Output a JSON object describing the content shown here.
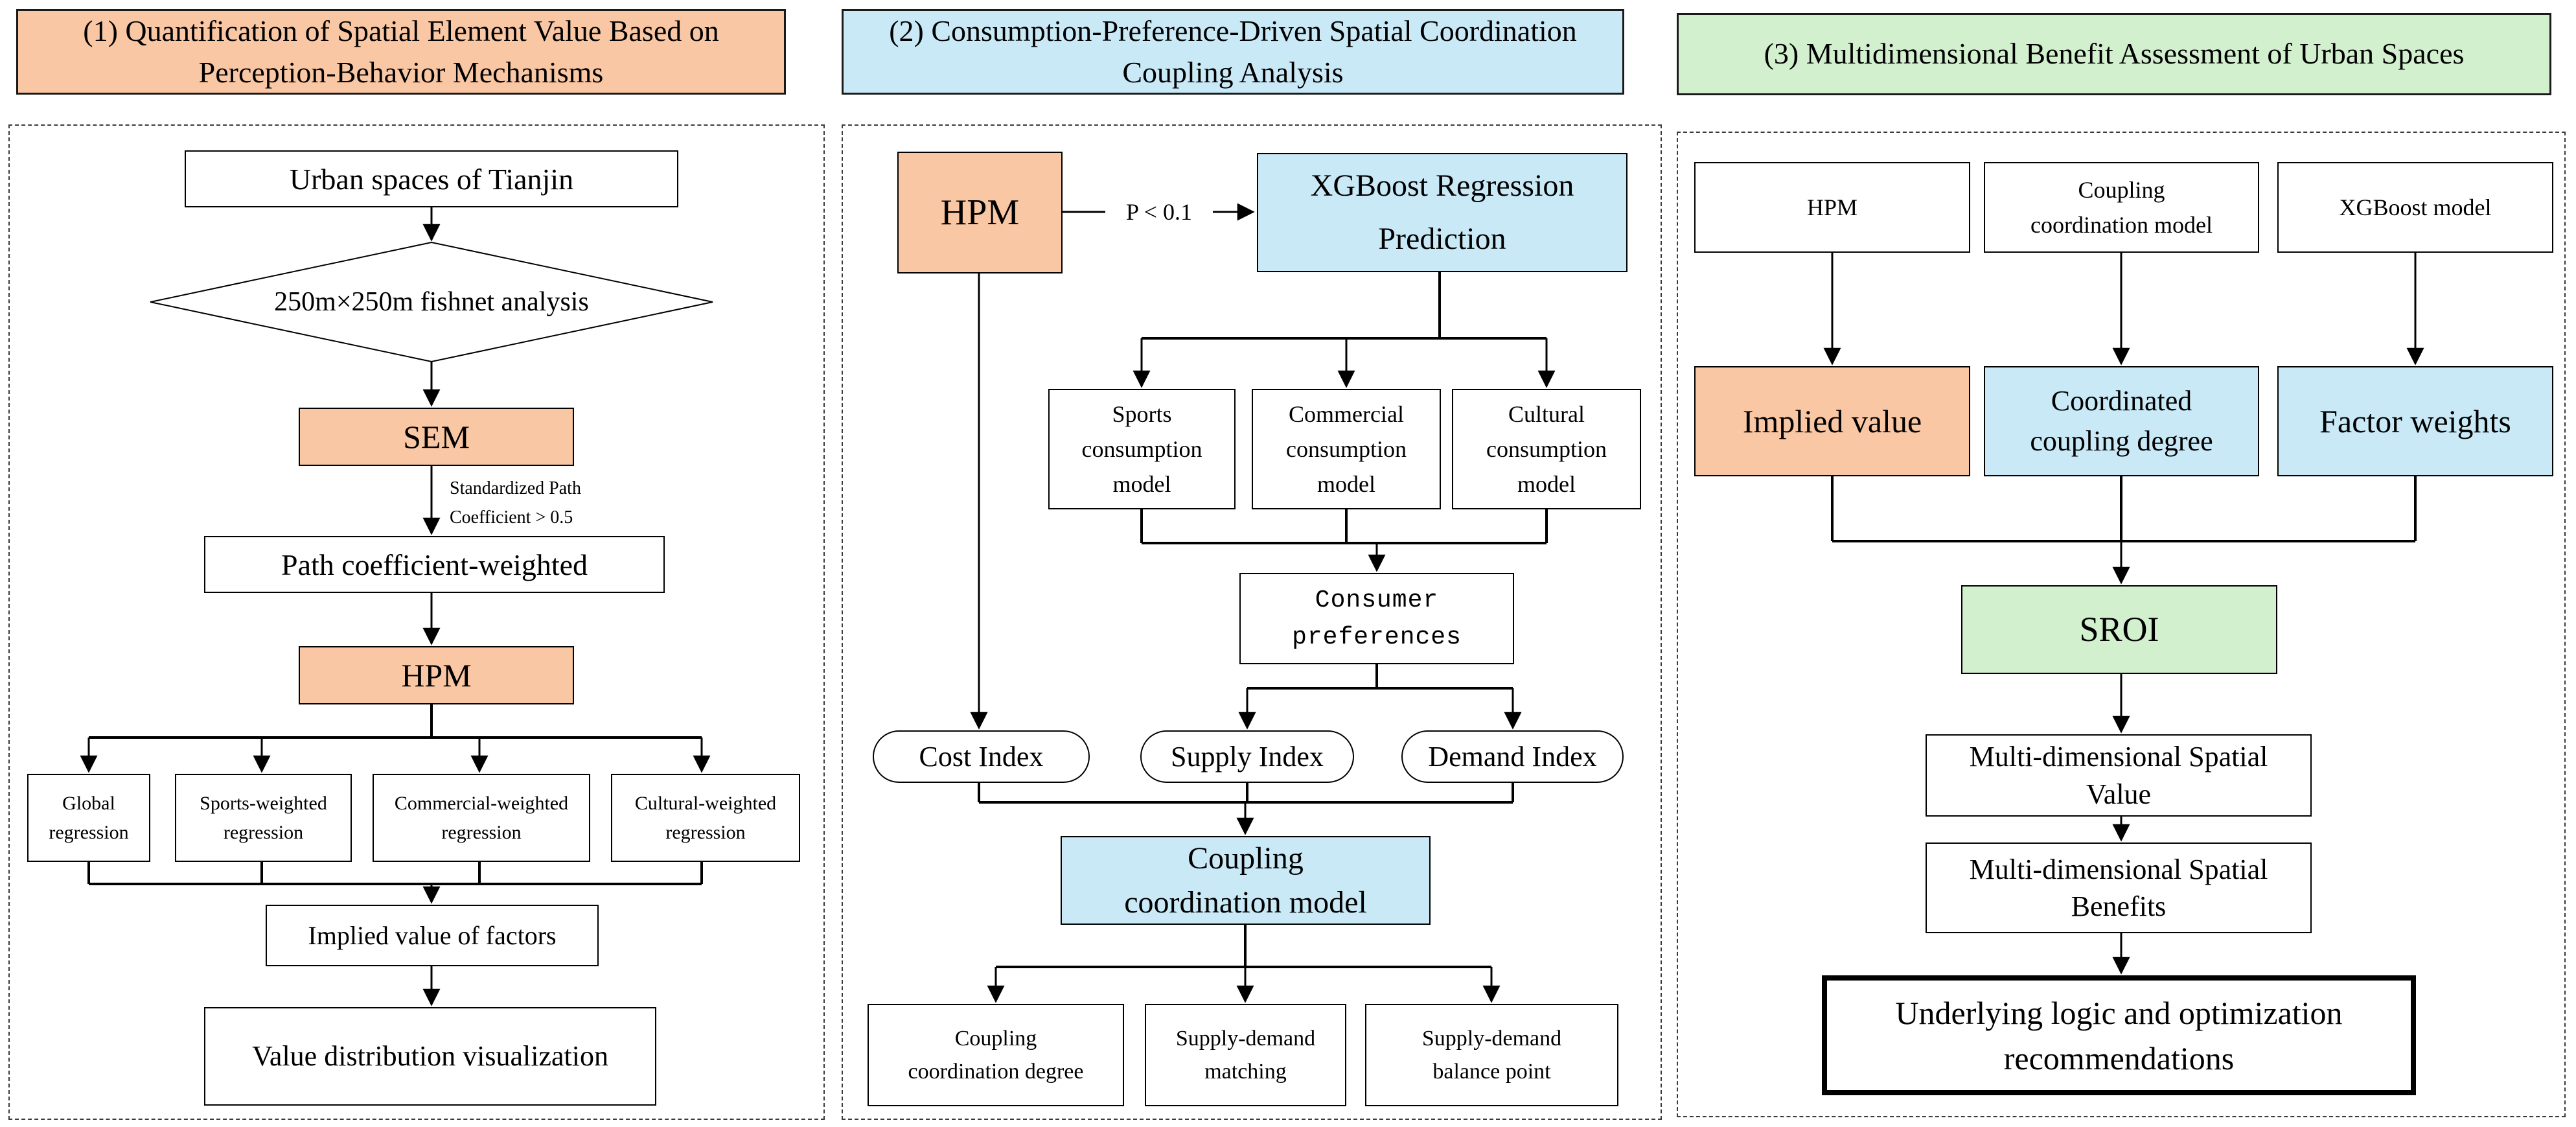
{
  "colors": {
    "orange": "#F9C7A4",
    "blue": "#C9E9F7",
    "green": "#D2EFCE"
  },
  "headers": {
    "h1": "(1) Quantification of Spatial Element Value Based on\nPerception-Behavior  Mechanisms",
    "h2": "(2) Consumption-Preference-Driven Spatial Coordination\nCoupling Analysis",
    "h3": "(3) Multidimensional Benefit Assessment of Urban Spaces"
  },
  "p1": {
    "urban": "Urban spaces of Tianjin",
    "fishnet": "250m×250m fishnet analysis",
    "sem": "SEM",
    "sem_note": "Standardized Path\nCoefficient > 0.5",
    "path_weighted": "Path coefficient-weighted",
    "hpm": "HPM",
    "global_reg": "Global\nregression",
    "sports_reg": "Sports-weighted\nregression",
    "commercial_reg": "Commercial-weighted\nregression",
    "cultural_reg": "Cultural-weighted\nregression",
    "implied_value": "Implied value of factors",
    "value_dist": "Value distribution visualization"
  },
  "p2": {
    "hpm": "HPM",
    "p_label": "P < 0.1",
    "xgboost": "XGBoost Regression\nPrediction",
    "sports_model": "Sports\nconsumption\nmodel",
    "commercial_model": "Commercial\nconsumption\nmodel",
    "cultural_model": "Cultural\nconsumption\nmodel",
    "consumer_pref": "Consumer\npreferences",
    "cost_index": "Cost Index",
    "supply_index": "Supply Index",
    "demand_index": "Demand Index",
    "coupling_model": "Coupling\ncoordination model",
    "coupling_degree": "Coupling\ncoordination degree",
    "supply_matching": "Supply-demand\nmatching",
    "balance_point": "Supply-demand\nbalance point"
  },
  "p3": {
    "hpm": "HPM",
    "coupling_model": "Coupling\ncoordination model",
    "xgboost": "XGBoost model",
    "implied_value": "Implied value",
    "coordinated_degree": "Coordinated\ncoupling degree",
    "factor_weights": "Factor weights",
    "sroi": "SROI",
    "spatial_value": "Multi-dimensional Spatial\nValue",
    "spatial_benefits": "Multi-dimensional Spatial\nBenefits",
    "underlying": "Underlying logic and optimization\nrecommendations"
  }
}
